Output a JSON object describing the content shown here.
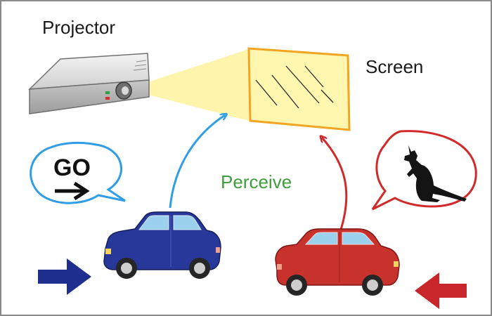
{
  "labels": {
    "projector": "Projector",
    "screen": "Screen",
    "perceive": "Perceive",
    "go_bubble": "GO"
  },
  "icons": {
    "projector": "projector-icon",
    "screen": "projection-screen-icon",
    "blue_car": "blue-car-icon",
    "red_car": "red-car-icon",
    "blue_arrow": "right-arrow-icon",
    "red_arrow": "left-arrow-icon",
    "go_arrow": "right-arrow-icon",
    "kangaroo": "kangaroo-icon"
  },
  "colors": {
    "projection_beam": "#fff3a8",
    "screen_fill": "#fff6b0",
    "screen_border": "#f2a521",
    "blue": "#1f2f8f",
    "blue_link": "#2f9ee6",
    "red": "#c8262a",
    "red_car": "#c8322c",
    "perceive_green": "#3f9d3c"
  }
}
